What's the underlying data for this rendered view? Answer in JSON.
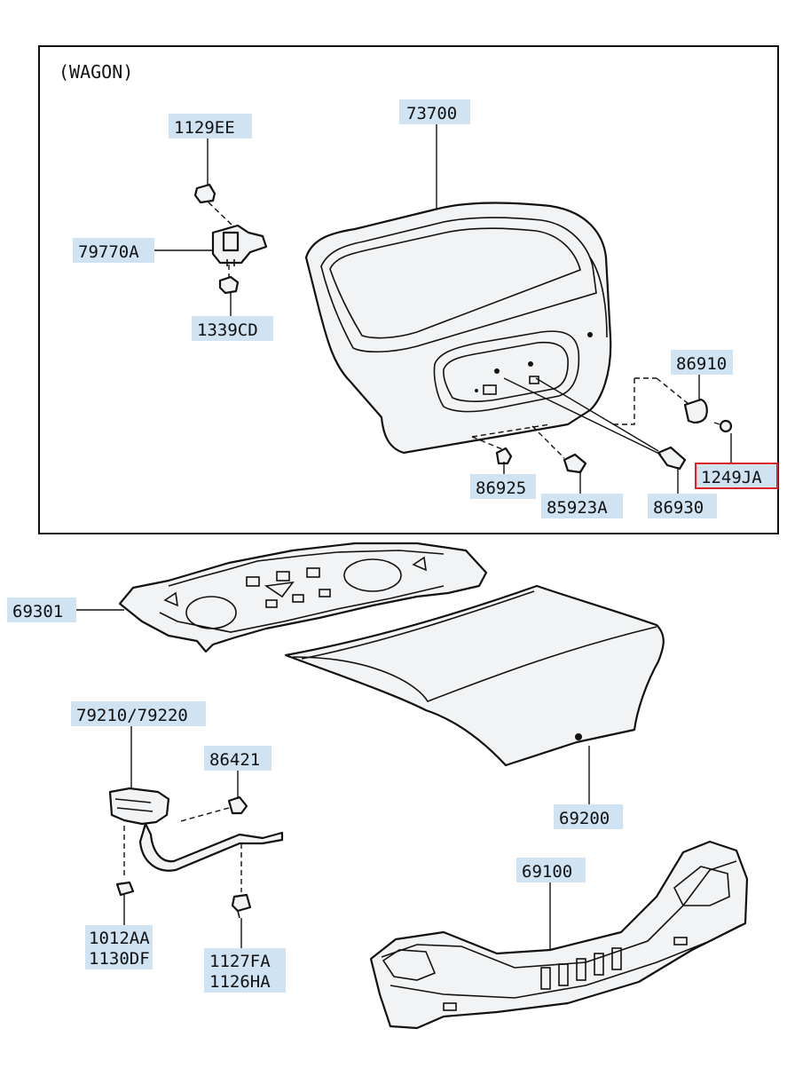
{
  "section_title": "(WAGON)",
  "colors": {
    "label_bg": "#cfe3f3",
    "highlight_border": "#e0202a",
    "line": "#111111"
  },
  "labels": {
    "p1129EE": "1129EE",
    "p73700": "73700",
    "p79770A": "79770A",
    "p1339CD": "1339CD",
    "p86910": "86910",
    "p1249JA": "1249JA",
    "p86925": "86925",
    "p85923A": "85923A",
    "p86930": "86930",
    "p69301": "69301",
    "p79210": "79210/79220",
    "p86421": "86421",
    "p69200": "69200",
    "p69100": "69100",
    "p1012AA": "1012AA",
    "p1130DF": "1130DF",
    "p1127FA": "1127FA",
    "p1126HA": "1126HA"
  },
  "highlighted_part": "1249JA"
}
